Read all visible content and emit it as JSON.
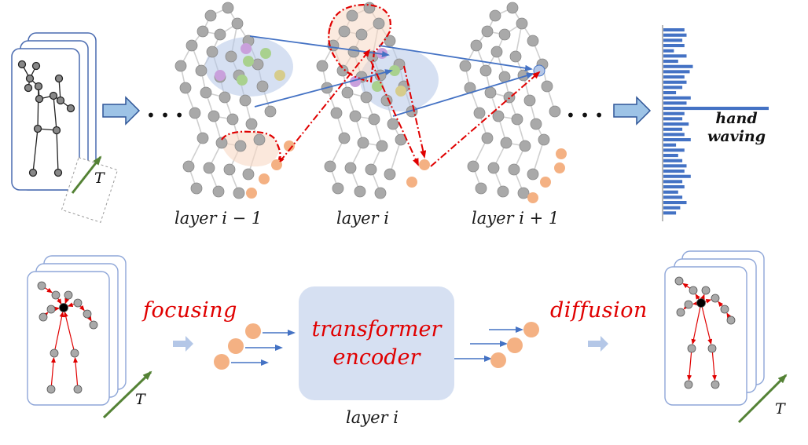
{
  "top": {
    "layer_labels": [
      "layer i − 1",
      "layer i",
      "layer i + 1"
    ],
    "ellipsis": "• • •",
    "output_label": [
      "hand",
      "waving"
    ],
    "time_label": "T",
    "histogram_values": [
      0.2,
      0.22,
      0.18,
      0.2,
      0.1,
      0.22,
      0.14,
      0.28,
      0.25,
      0.2,
      0.22,
      0.18,
      0.12,
      0.26,
      0.22,
      1.0,
      0.2,
      0.18,
      0.24,
      0.18,
      0.2,
      0.26,
      0.12,
      0.2,
      0.14,
      0.18,
      0.22,
      0.2,
      0.26,
      0.18,
      0.2,
      0.14,
      0.18,
      0.22,
      0.16,
      0.12
    ]
  },
  "bottom": {
    "focusing_label": "focusing",
    "diffusion_label": "diffusion",
    "encoder_label": [
      "transformer",
      "encoder"
    ],
    "layer_label": "layer i",
    "time_label_left": "T",
    "time_label_right": "T"
  },
  "colors": {
    "node_gray": "#a9a9a9",
    "node_orange": "#f4b183",
    "arrow_blue": "#4472c4",
    "accent_red": "#e00000",
    "bar_blue": "#4472c4",
    "time_arrow_green": "#548235",
    "encoder_fill": "#d6e0f2",
    "panel_fill": "#e3e3e3"
  }
}
